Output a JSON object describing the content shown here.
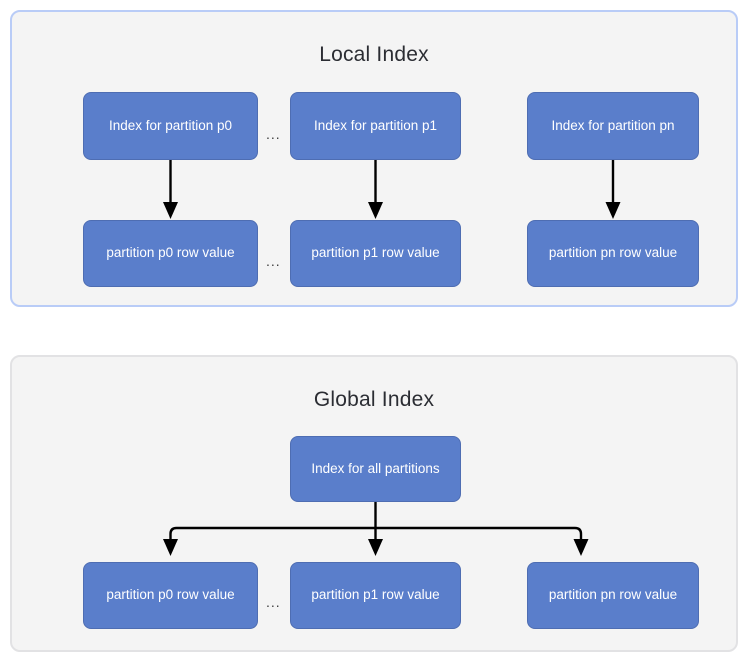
{
  "diagram": {
    "title_local": "Local Index",
    "title_global": "Global Index",
    "ellipsis": "...",
    "colors": {
      "node_fill": "#5a7ecb",
      "node_border": "#4e6db2",
      "node_text": "#ffffff",
      "panel_bg": "#f4f4f4",
      "panel_border_local": "#b9ccf7",
      "panel_border_global": "#e2e2e4",
      "title_text": "#2b2d33",
      "arrow": "#000000"
    }
  },
  "local_index": {
    "title": "Local Index",
    "index_nodes": [
      {
        "label": "Index for partition p0"
      },
      {
        "label": "Index for partition p1"
      },
      {
        "label": "Index for partition pn"
      }
    ],
    "value_nodes": [
      {
        "label": "partition p0 row value"
      },
      {
        "label": "partition p1 row value"
      },
      {
        "label": "partition pn row value"
      }
    ],
    "ellipsis_top": "...",
    "ellipsis_bottom": "..."
  },
  "global_index": {
    "title": "Global Index",
    "index_node": {
      "label": "Index for all partitions"
    },
    "value_nodes": [
      {
        "label": "partition p0 row value"
      },
      {
        "label": "partition p1 row value"
      },
      {
        "label": "partition pn row value"
      }
    ],
    "ellipsis": "..."
  }
}
